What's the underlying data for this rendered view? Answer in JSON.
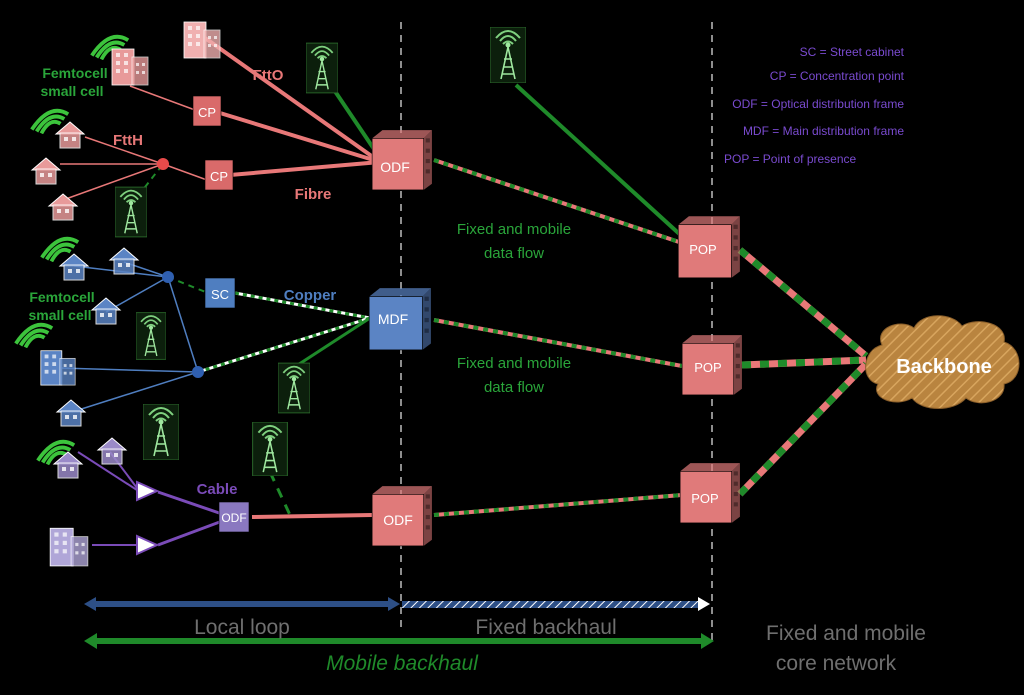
{
  "colors": {
    "background": "#000000",
    "fibre": "#e87878",
    "mobile": "#1f8a2a",
    "copper": "#4f7ec0",
    "cable": "#7a4bb8",
    "legend_text": "#7a4bd0",
    "green_text": "#2aa53a",
    "gray_text": "#6f6f6f"
  },
  "legend": [
    "SC = Street cabinet",
    "CP = Concentration point",
    "ODF = Optical distribution frame",
    "MDF = Main distribution frame",
    "POP = Point of presence"
  ],
  "labels": {
    "femtocell_top_line1": "Femtocell",
    "femtocell_top_line2": "small cell",
    "femtocell_mid_line1": "Femtocell",
    "femtocell_mid_line2": "small cell",
    "ftto": "FttO",
    "ftth": "FttH",
    "fibre": "Fibre",
    "copper": "Copper",
    "cable": "Cable",
    "flow1_line1": "Fixed and mobile",
    "flow1_line2": "data flow",
    "flow2_line1": "Fixed and mobile",
    "flow2_line2": "data flow",
    "backbone": "Backbone"
  },
  "nodes": {
    "cp_top": "CP",
    "cp_bottom": "CP",
    "sc": "SC",
    "odf_cable": "ODF",
    "odf_top": "ODF",
    "mdf": "MDF",
    "odf_bottom": "ODF",
    "pop_top": "POP",
    "pop_mid": "POP",
    "pop_bottom": "POP"
  },
  "bottom": {
    "local_loop": "Local loop",
    "fixed_backhaul": "Fixed backhaul",
    "mobile_backhaul": "Mobile backhaul",
    "core_line1": "Fixed and mobile",
    "core_line2": "core network"
  },
  "icons": {
    "tower": "antenna-tower-icon",
    "house": "house-icon",
    "building": "office-building-icon",
    "wifi": "wifi-signal-icon",
    "rack": "network-rack-icon",
    "amplifier": "amplifier-triangle-icon",
    "cloud": "cloud-icon"
  }
}
